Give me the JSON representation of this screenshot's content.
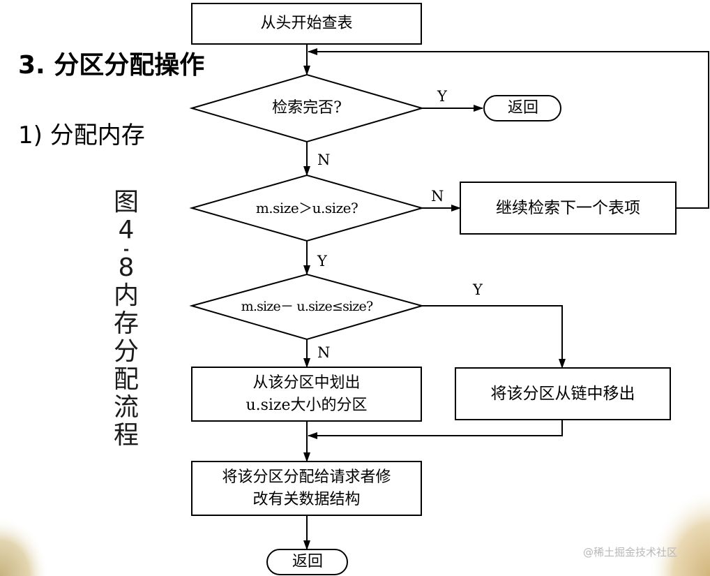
{
  "heading": {
    "section": "3. 分区分配操作",
    "subsection": "1) 分配内存"
  },
  "caption": {
    "chars": [
      "图",
      "4",
      "-",
      "8",
      "内",
      "存",
      "分",
      "配",
      "流",
      "程"
    ]
  },
  "flowchart": {
    "start": "从头开始查表",
    "decision_done": "检索完否?",
    "return_top": "返回",
    "decision_size": "m.size＞u.size?",
    "continue_next": "继续检索下一个表项",
    "decision_split": "m.size－ u.size≤size?",
    "split_partition": [
      "从该分区中划出",
      "u.size大小的分区"
    ],
    "remove_partition": "将该分区从链中移出",
    "assign_partition": [
      "将该分区分配给请求者修",
      "改有关数据结构"
    ],
    "return_bottom": "返回",
    "labels": {
      "done_yes": "Y",
      "done_no": "N",
      "size_no": "N",
      "size_yes": "Y",
      "split_yes": "Y",
      "split_no": "N"
    }
  },
  "watermark": "@稀土掘金技术社区",
  "colors": {
    "line": "#000000",
    "background": "#ffffff"
  }
}
